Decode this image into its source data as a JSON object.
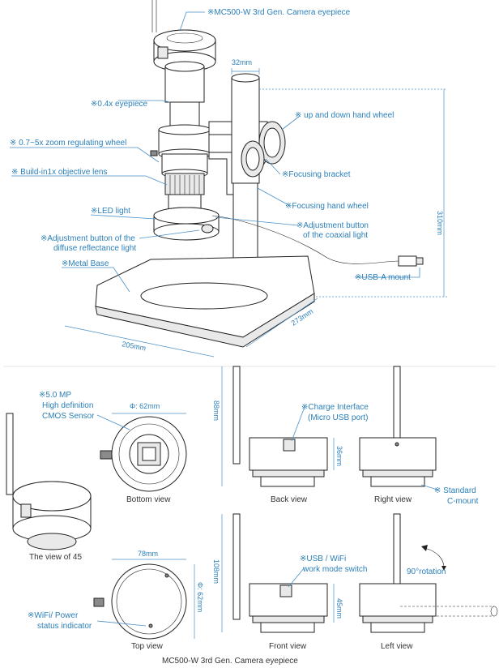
{
  "callouts": {
    "camera_eyepiece": "※MC500-W 3rd Gen. Camera eyepiece",
    "eyepiece": "※0.4x eyepiece",
    "zoom_wheel": "※ 0.7~5x  zoom regulating wheel",
    "objective": "※ Build-in1x objective  lens",
    "led": "※LED light",
    "diffuse_btn_1": "※Adjustment button of the",
    "diffuse_btn_2": "diffuse reflectance light",
    "metal_base": "※Metal Base",
    "hand_wheel": "※ up and down hand wheel",
    "focus_bracket": "※Focusing bracket",
    "focus_wheel": "※Focusing hand wheel",
    "coaxial_btn_1": "※Adjustment button",
    "coaxial_btn_2": "of the coaxial light",
    "usb_a": "※USB-A mount",
    "sensor_1": "※5.0 MP",
    "sensor_2": "High definition",
    "sensor_3": "CMOS Sensor",
    "charge_1": "※Charge Interface",
    "charge_2": "(Micro USB port)",
    "c_mount_1": "※ Standard",
    "c_mount_2": "C-mount",
    "usb_wifi_1": "※USB / WiFi",
    "usb_wifi_2": "work mode switch",
    "rotation": "90°rotation",
    "wifi_power_1": "※WiFi/ Power",
    "wifi_power_2": "status indicator"
  },
  "dimensions": {
    "d32": "32mm",
    "d310": "310mm",
    "d273": "273mm",
    "d205": "205mm",
    "d62": "Φ:  62mm",
    "d88": "88mm",
    "d36": "36mm",
    "d78": "78mm",
    "d62v": "Φ:  62mm",
    "d108": "108mm",
    "d45": "45mm"
  },
  "views": {
    "bottom": "Bottom view",
    "back": "Back view",
    "right": "Right view",
    "view45": "The view of 45",
    "top": "Top view",
    "front": "Front view",
    "left": "Left view"
  },
  "caption": "MC500-W 3rd Gen. Camera eyepiece"
}
